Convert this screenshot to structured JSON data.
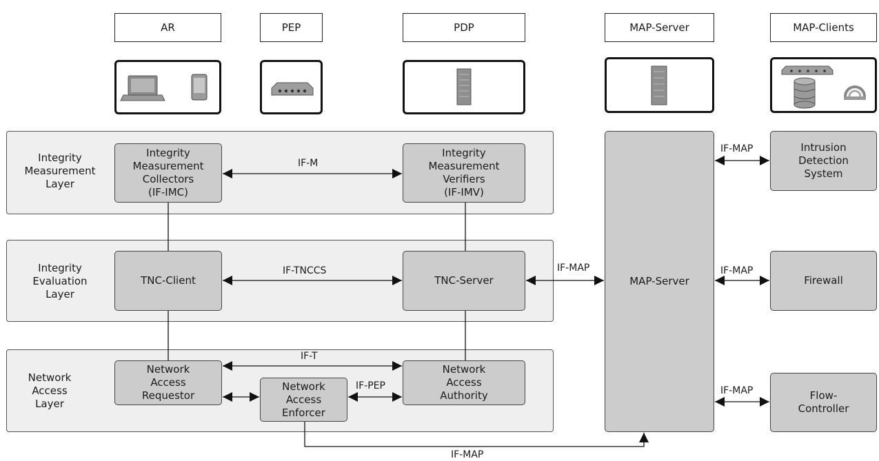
{
  "headers": {
    "ar": "AR",
    "pep": "PEP",
    "pdp": "PDP",
    "map_server": "MAP-Server",
    "map_clients": "MAP-Clients"
  },
  "layers": {
    "integrity_measurement": "Integrity\nMeasurement\nLayer",
    "integrity_evaluation": "Integrity\nEvaluation\nLayer",
    "network_access": "Network\nAccess\nLayer"
  },
  "components": {
    "imc": "Integrity\nMeasurement\nCollectors\n(IF-IMC)",
    "imv": "Integrity\nMeasurement\nVerifiers\n(IF-IMV)",
    "tnc_client": "TNC-Client",
    "tnc_server": "TNC-Server",
    "nar": "Network\nAccess\nRequestor",
    "nae": "Network\nAccess\nEnforcer",
    "naa": "Network\nAccess\nAuthority",
    "map_server": "MAP-Server",
    "ids": "Intrusion\nDetection\nSystem",
    "firewall": "Firewall",
    "flow_controller": "Flow-\nController"
  },
  "interfaces": {
    "if_m": "IF-M",
    "if_tnccs": "IF-TNCCS",
    "if_t": "IF-T",
    "if_pep": "IF-PEP",
    "if_map_server": "IF-MAP",
    "if_map_ids": "IF-MAP",
    "if_map_firewall": "IF-MAP",
    "if_map_flow": "IF-MAP",
    "if_map_bottom": "IF-MAP"
  },
  "icons": [
    "laptop-icon",
    "smartphone-icon",
    "switch-icon",
    "server-icon",
    "server-icon",
    "switch-icon",
    "database-icon",
    "sensor-icon"
  ]
}
